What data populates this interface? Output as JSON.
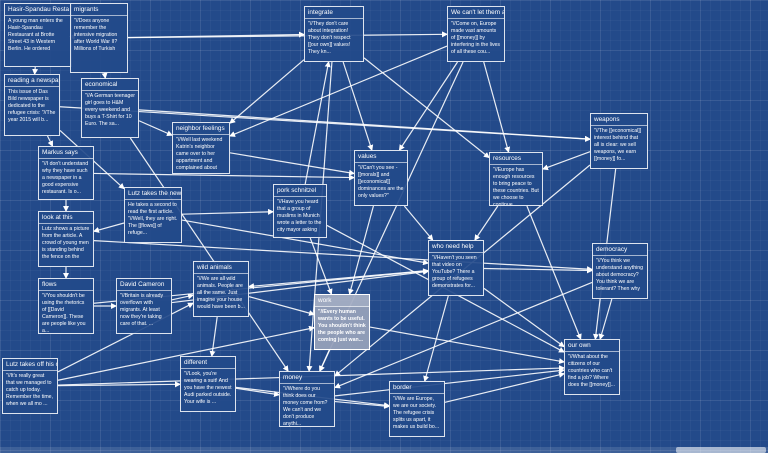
{
  "passages": [
    {
      "id": "hasir",
      "title": "Hasir-Spandau Resta",
      "excerpt": "A young man enters the Hasir-Spandau Restaurant at Brotte Street 43 in Western Berlin. He ordered"
    },
    {
      "id": "migrants",
      "title": "migrants",
      "excerpt": "\"//Does anyone remember the intensive migration after World War II? Millions of Turkish"
    },
    {
      "id": "integrate",
      "title": "integrate",
      "excerpt": "\"//They don't care about integration! They don't respect [[our own]] values! They kn..."
    },
    {
      "id": "cantlet",
      "title": "We can't let them all",
      "excerpt": "\"//Come on, Europe made vast amounts of [[money]] by interfering in the lives of all these cou..."
    },
    {
      "id": "newspaper",
      "title": "reading a newspaper",
      "excerpt": "This issue of Das Bild newspaper is dedicated to the refugee crisis: \"//The year 2015 will b..."
    },
    {
      "id": "economical",
      "title": "economical",
      "excerpt": "\"//A German teenager girl goes to H&M every weekend and buys a T-Shirt for 10 Euro. The sa..."
    },
    {
      "id": "neighbor",
      "title": "neighbor feelings",
      "excerpt": "\"//Well last weekend Katrin's neighbor came over to her appartment and complained about"
    },
    {
      "id": "weapons",
      "title": "weapons",
      "excerpt": "\"//The [[economical]] interest behind that all is clear: we sell weapons, we earn [[money]] fo..."
    },
    {
      "id": "markus",
      "title": "Markus says",
      "excerpt": "\"//I don't understand why they have such a newspaper in a good expensive restaurant. Is o..."
    },
    {
      "id": "values",
      "title": "values",
      "excerpt": "\"//Can't you see - [[morals]] and [[economical]] dominances are the only values?\""
    },
    {
      "id": "resources",
      "title": "resources",
      "excerpt": "\"//Europe has enough resources to bring peace to these countries. But we choose to continue"
    },
    {
      "id": "lutz",
      "title": "Lutz takes the newsp",
      "excerpt": "He takes a second to read the first article. \"//Well, they are right. The [[flows]] of refuge..."
    },
    {
      "id": "schnitzel",
      "title": "pork schnitzel",
      "excerpt": "\"//Have you heard that a group of muslims in Munich wrote a letter to the city mayor asking"
    },
    {
      "id": "lookat",
      "title": "look at this",
      "excerpt": "Lutz shows a picture from the article. A crowd of young men is standing behind the fence on the"
    },
    {
      "id": "whoneeds",
      "title": "who need help",
      "excerpt": "\"//Haven't you seen that video on YouTube? There a group of refugees demonstrates for..."
    },
    {
      "id": "democracy",
      "title": "democracy",
      "excerpt": "\"//You think we understand anything about democracy? You think we are tolerant? Then why"
    },
    {
      "id": "flows",
      "title": "flows",
      "excerpt": "\"//You shouldn't be using the rhetorics of [[David Cameron]]. These are people like you a..."
    },
    {
      "id": "cameron",
      "title": "David Cameron",
      "excerpt": "\"//Britain is already overflown with migrants. At least now they're taking care of that. ..."
    },
    {
      "id": "wild",
      "title": "wild animals",
      "excerpt": "\"//We are all wild animals. People are all the same. Just imagine your house would have been b..."
    },
    {
      "id": "work",
      "title": "work",
      "excerpt": "\"//Every human wants to be useful. You shouldn't think the people who are coming just wan..."
    },
    {
      "id": "ourown",
      "title": "our own",
      "excerpt": "\"//What about the citizens of our countries who can't find a job? Where does the [[money]]..."
    },
    {
      "id": "lutzoff",
      "title": "Lutz takes off his coa",
      "excerpt": "\"//It's really great that we managed to catch up today. Remember the time, when we all mo ..."
    },
    {
      "id": "different",
      "title": "different",
      "excerpt": "\"//Look, you're wearing a suit! And you have the newest Audi parked outside. Your wife is ..."
    },
    {
      "id": "money",
      "title": "money",
      "excerpt": "\"//Where do you think does our money come from? We can't and we don't produce anythi..."
    },
    {
      "id": "border",
      "title": "border",
      "excerpt": "\"//We are Europe, we are our society. The refugee crisis splits us apart, it makes us build bo..."
    }
  ],
  "links": [
    [
      "hasir",
      "newspaper"
    ],
    [
      "newspaper",
      "markus"
    ],
    [
      "newspaper",
      "lutz"
    ],
    [
      "markus",
      "lookat"
    ],
    [
      "lutz",
      "lookat"
    ],
    [
      "lookat",
      "flows"
    ],
    [
      "flows",
      "cameron"
    ],
    [
      "cameron",
      "wild"
    ],
    [
      "lutz",
      "schnitzel"
    ],
    [
      "lutz",
      "whoneeds"
    ],
    [
      "schnitzel",
      "integrate"
    ],
    [
      "schnitzel",
      "work"
    ],
    [
      "migrants",
      "integrate"
    ],
    [
      "migrants",
      "cantlet"
    ],
    [
      "migrants",
      "economical"
    ],
    [
      "economical",
      "neighbor"
    ],
    [
      "economical",
      "weapons"
    ],
    [
      "integrate",
      "values"
    ],
    [
      "integrate",
      "resources"
    ],
    [
      "integrate",
      "money"
    ],
    [
      "integrate",
      "neighbor"
    ],
    [
      "cantlet",
      "money"
    ],
    [
      "cantlet",
      "neighbor"
    ],
    [
      "cantlet",
      "resources"
    ],
    [
      "cantlet",
      "values"
    ],
    [
      "values",
      "whoneeds"
    ],
    [
      "values",
      "work"
    ],
    [
      "resources",
      "whoneeds"
    ],
    [
      "resources",
      "ourown"
    ],
    [
      "weapons",
      "money"
    ],
    [
      "weapons",
      "ourown"
    ],
    [
      "weapons",
      "resources"
    ],
    [
      "whoneeds",
      "democracy"
    ],
    [
      "whoneeds",
      "ourown"
    ],
    [
      "whoneeds",
      "border"
    ],
    [
      "whoneeds",
      "wild"
    ],
    [
      "democracy",
      "ourown"
    ],
    [
      "democracy",
      "money"
    ],
    [
      "work",
      "money"
    ],
    [
      "work",
      "ourown"
    ],
    [
      "wild",
      "different"
    ],
    [
      "wild",
      "work"
    ],
    [
      "different",
      "money"
    ],
    [
      "different",
      "border"
    ],
    [
      "money",
      "border"
    ],
    [
      "border",
      "ourown"
    ],
    [
      "lutzoff",
      "different"
    ],
    [
      "lutzoff",
      "work"
    ],
    [
      "lutzoff",
      "wild"
    ],
    [
      "lutzoff",
      "ourown"
    ],
    [
      "markus",
      "values"
    ],
    [
      "neighbor",
      "values"
    ],
    [
      "newspaper",
      "weapons"
    ],
    [
      "hasir",
      "migrants"
    ],
    [
      "schnitzel",
      "ourown"
    ],
    [
      "cameron",
      "whoneeds"
    ],
    [
      "lookat",
      "democracy"
    ],
    [
      "flows",
      "whoneeds"
    ],
    [
      "money",
      "ourown"
    ],
    [
      "economical",
      "money"
    ]
  ],
  "selected": "work"
}
